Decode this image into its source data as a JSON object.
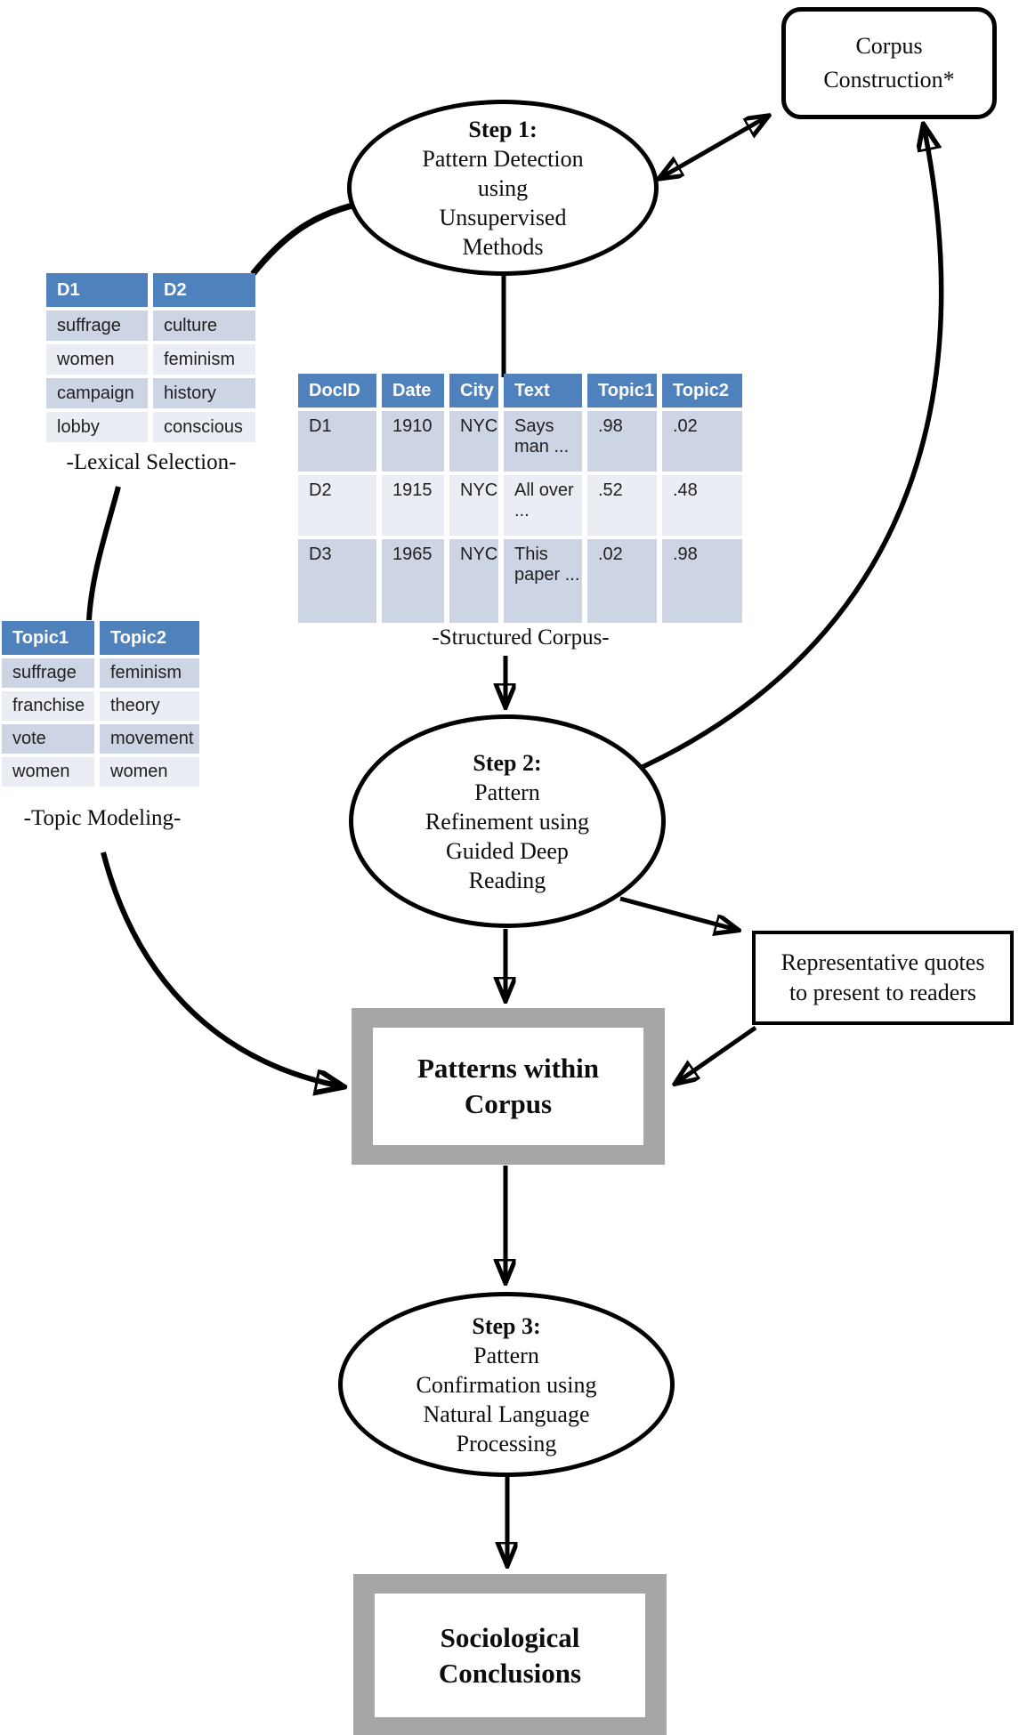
{
  "nodes": {
    "corpus_construction": "Corpus\nConstruction*",
    "step1_heading": "Step 1:",
    "step1_body": "Pattern Detection\nusing\nUnsupervised\nMethods",
    "step2_heading": "Step 2:",
    "step2_body": "Pattern\nRefinement using\nGuided Deep\nReading",
    "step3_heading": "Step 3:",
    "step3_body": "Pattern\nConfirmation using\nNatural Language\nProcessing",
    "representative_quotes": "Representative quotes\nto present to readers",
    "patterns_within_corpus": "Patterns within\nCorpus",
    "sociological_conclusions": "Sociological\nConclusions"
  },
  "tables": {
    "lexical": {
      "caption": "-Lexical Selection-",
      "headers": [
        "D1",
        "D2"
      ],
      "rows": [
        [
          "suffrage",
          "culture"
        ],
        [
          "women",
          "feminism"
        ],
        [
          "campaign",
          "history"
        ],
        [
          "lobby",
          "conscious"
        ]
      ]
    },
    "corpus": {
      "caption": "-Structured Corpus-",
      "headers": [
        "DocID",
        "Date",
        "City",
        "Text",
        "Topic1",
        "Topic2"
      ],
      "rows": [
        [
          "D1",
          "1910",
          "NYC",
          "Says man ...",
          ".98",
          ".02"
        ],
        [
          "D2",
          "1915",
          "NYC",
          "All over ...",
          ".52",
          ".48"
        ],
        [
          "D3",
          "1965",
          "NYC",
          "This paper ...",
          ".02",
          ".98"
        ]
      ]
    },
    "topic": {
      "caption": "-Topic Modeling-",
      "headers": [
        "Topic1",
        "Topic2"
      ],
      "rows": [
        [
          "suffrage",
          "feminism"
        ],
        [
          "franchise",
          "theory"
        ],
        [
          "vote",
          "movement"
        ],
        [
          "women",
          "women"
        ]
      ]
    }
  },
  "colors": {
    "table_header_blue": "#4f81bd",
    "table_row_dark": "#cdd4e4",
    "table_row_light": "#eaedf4",
    "thick_border_gray": "#a6a6a6",
    "line_black": "#000000"
  }
}
